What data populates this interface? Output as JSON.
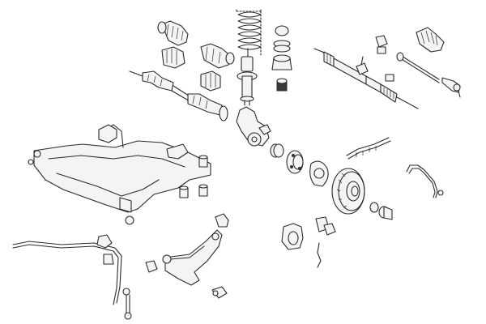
{
  "diagram": {
    "parts": [
      "cv-boot",
      "drive-shaft",
      "coil-spring",
      "shock-absorber",
      "strut-top-mount",
      "steering-rack",
      "tie-rod",
      "tie-rod-end",
      "rack-boot",
      "subframe",
      "steering-knuckle",
      "wheel-bearing",
      "wheel-hub",
      "brake-shield",
      "brake-disc",
      "hub-nut",
      "abs-sensor",
      "brake-hose",
      "brake-caliper",
      "brake-pads",
      "control-arm",
      "ball-joint",
      "stabilizer-bar",
      "stabilizer-link",
      "bushing"
    ],
    "colors": {
      "line": "#2a2a2a",
      "fill": "#f4f4f4",
      "dark": "#3a3a3a",
      "background": "#ffffff"
    }
  }
}
